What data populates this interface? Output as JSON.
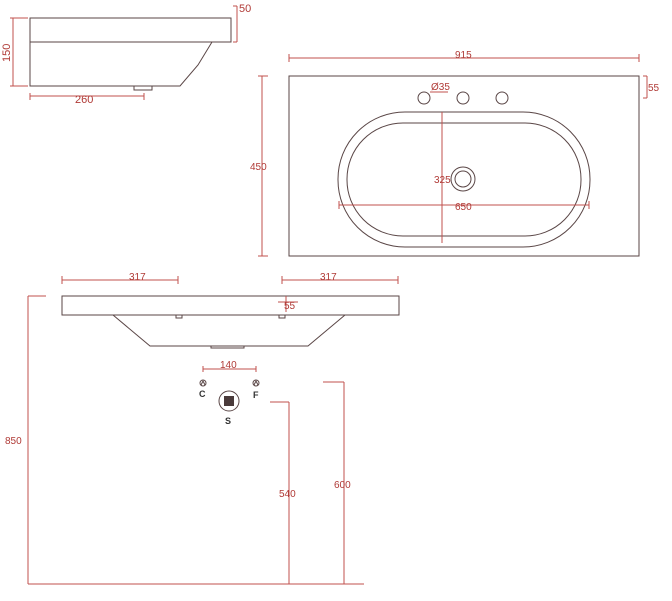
{
  "side_view": {
    "width": "260",
    "height": "150",
    "top": "50"
  },
  "plan_view": {
    "width": "915",
    "depth": "450",
    "rim": "55",
    "tap_hole": "Ø35",
    "bowl_width": "650",
    "bowl_depth": "325"
  },
  "front_view": {
    "left_offset": "317",
    "right_offset": "317",
    "rim": "55",
    "tap_spacing": "140",
    "total_height": "850",
    "waste_height": "540",
    "supply_height": "600"
  },
  "markers": {
    "cold": "C",
    "hot": "F",
    "waste": "S"
  },
  "colors": {
    "outline": "#5a4646",
    "dimension": "#c0504d"
  }
}
